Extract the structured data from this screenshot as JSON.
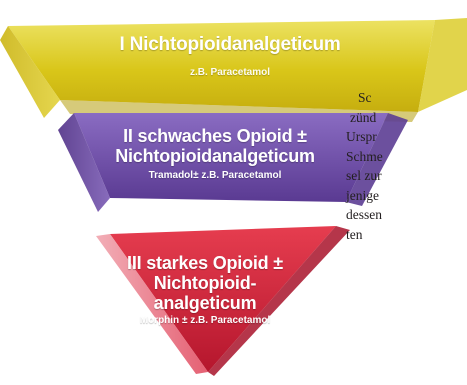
{
  "pyramid": {
    "levels": [
      {
        "title": "I Nichtopioidanalgeticum",
        "subtitle": "z.B. Paracetamol",
        "color": "#d9c619"
      },
      {
        "title": "II schwaches Opioid ± Nichtopioidanalgeticum",
        "subtitle": "Tramadol± z.B. Paracetamol",
        "color": "#6f4fa8"
      },
      {
        "title": "III starkes Opioid ± Nichtopioid-analgeticum",
        "subtitle": "Morphin ± z.B. Paracetamol",
        "color": "#d0213a"
      }
    ]
  },
  "body_text": {
    "lines": [
      "Sc",
      "zünd",
      "Urspr",
      "Schme",
      "sel zur",
      "jenige",
      "dessen",
      "ten"
    ],
    "color": "#231f20"
  }
}
